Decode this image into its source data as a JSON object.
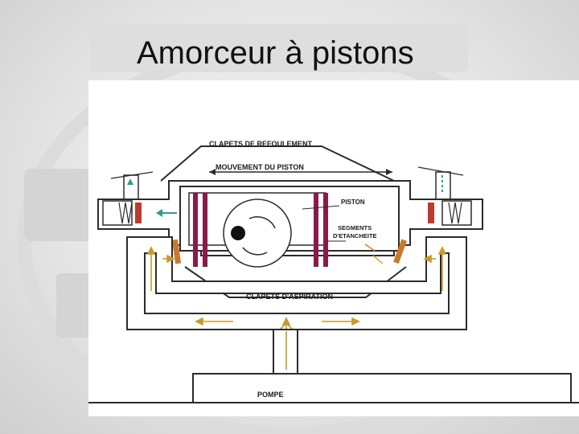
{
  "slide": {
    "title": "Amorceur à pistons"
  },
  "diagram": {
    "labels": {
      "discharge_valves": "CLAPETS  DE  REFOULEMENT",
      "piston_movement": "MOUVEMENT  DU  PISTON",
      "piston": "PISTON",
      "sealing_rings_line1": "SEGMENTS",
      "sealing_rings_line2": "D'ETANCHEITE",
      "suction_valves": "CLAPETS  D'ASPIRATION",
      "pump": "POMPE"
    },
    "colors": {
      "piston_rings": "#8b1a4a",
      "valve_red": "#c0392b",
      "flow_arrow": "#c89a2a",
      "water_arrow": "#2a9d8f",
      "outline": "#2b2b2b"
    }
  }
}
